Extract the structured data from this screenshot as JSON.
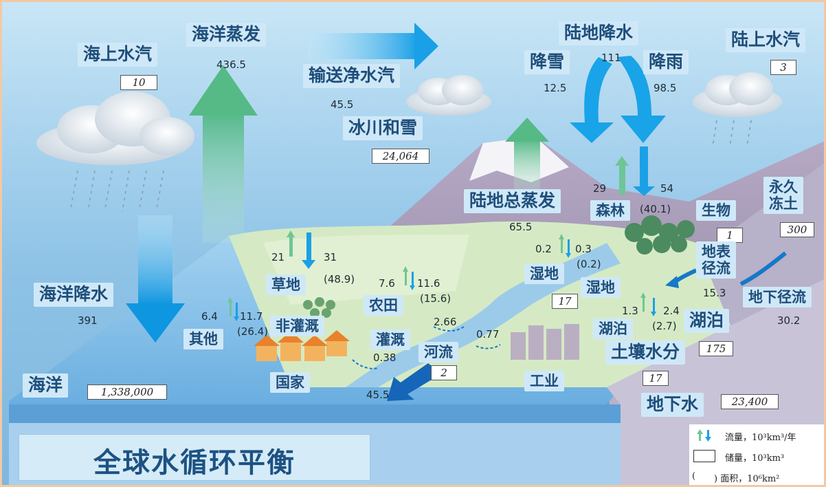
{
  "title": "全球水循环平衡",
  "labels": {
    "ocean_vapor": "海上水汽",
    "ocean_evap": "海洋蒸发",
    "net_transport": "输送净水汽",
    "land_precip": "陆地降水",
    "snow": "降雪",
    "rain": "降雨",
    "land_vapor": "陆上水汽",
    "glacier": "冰川和雪",
    "land_evap": "陆地总蒸发",
    "forest": "森林",
    "biota": "生物",
    "permafrost_1": "永久",
    "permafrost_2": "冻土",
    "surface_flow_1": "地表",
    "surface_flow_2": "径流",
    "groundwater_flow": "地下径流",
    "ocean_precip": "海洋降水",
    "grassland": "草地",
    "cropland": "农田",
    "others": "其他",
    "non_irrigated": "非灌溉",
    "irrigated": "灌溉",
    "river": "河流",
    "wetland_a": "湿地",
    "wetland_b": "湿地",
    "lake_a": "湖泊",
    "lake_b": "湖泊",
    "soil_moisture": "土壤水分",
    "groundwater": "地下水",
    "ocean": "海洋",
    "country": "国家",
    "industry": "工业"
  },
  "values": {
    "ocean_evap": "436.5",
    "net_transport": "45.5",
    "land_precip": "111",
    "snow": "12.5",
    "rain": "98.5",
    "land_evap": "65.5",
    "forest_up": "29",
    "forest_down": "54",
    "forest_area": "(40.1)",
    "ocean_precip": "391",
    "grass_up": "21",
    "grass_down": "31",
    "grass_area": "(48.9)",
    "crop_up": "7.6",
    "crop_down": "11.6",
    "crop_area": "(15.6)",
    "other_up": "6.4",
    "other_down": "11.7",
    "other_area": "(26.4)",
    "wet_up": "0.2",
    "wet_down": "0.3",
    "wet_area": "(0.2)",
    "surface_runoff": "15.3",
    "groundwater_runoff": "30.2",
    "lake_up": "1.3",
    "lake_down": "2.4",
    "lake_area": "(2.7)",
    "flow_266": "2.66",
    "flow_077": "0.77",
    "flow_038": "0.38",
    "river_out": "45.5"
  },
  "storage": {
    "ocean_vapor": "10",
    "land_vapor": "3",
    "glacier": "24,064",
    "biota": "1",
    "permafrost": "300",
    "wetland": "17",
    "lake": "175",
    "soil": "17",
    "river": "2",
    "groundwater": "23,400",
    "ocean": "1,338,000"
  },
  "legend": {
    "flow": "流量，10³km³/年",
    "storage": "储量，10³km³",
    "area_open": "(",
    "area": ") 面积，10⁶km²"
  },
  "colors": {
    "sky": "#a9d3ee",
    "label_bg": "#cfe8f8",
    "label_text": "#1f4e7a",
    "evap_arrow": "#6fc596",
    "precip_arrow": "#1aa0e6",
    "land": "#d9ecc9",
    "mountain": "#a89bb5",
    "ocean": "#8cc2e8"
  }
}
